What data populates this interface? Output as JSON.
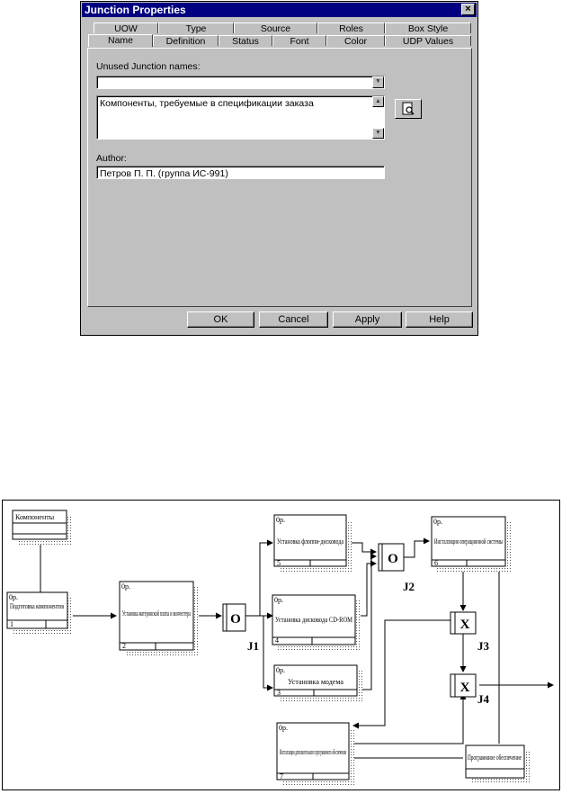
{
  "dialog": {
    "title": "Junction Properties",
    "close_glyph": "×",
    "tabs_back": [
      "UOW",
      "Type",
      "Source",
      "Roles",
      "Box Style"
    ],
    "tabs_front": [
      "Name",
      "Definition",
      "Status",
      "Font",
      "Color",
      "UDP Values"
    ],
    "active_tab": "Name",
    "unused_names_label": "Unused Junction names:",
    "unused_names_value": "",
    "name_value": "Компоненты, требуемые в спецификации заказа",
    "author_label": "Author:",
    "author_value": "Петров П. П. (группа ИС-991)",
    "buttons": {
      "ok": "OK",
      "cancel": "Cancel",
      "apply": "Apply",
      "help": "Help"
    }
  },
  "diagram": {
    "boxes": [
      {
        "id": "b-components",
        "label": "Компоненты",
        "ref": "",
        "number": ""
      },
      {
        "id": "b-prep",
        "label": "Подготовка компонентов",
        "ref": "0р.",
        "number": "1"
      },
      {
        "id": "b-motherboard",
        "label": "Установка материнской платы и винчестера",
        "ref": "0р.",
        "number": "2"
      },
      {
        "id": "b-floppy",
        "label": "Установка флоппи-дисковода",
        "ref": "0р.",
        "number": "5"
      },
      {
        "id": "b-cdrom",
        "label": "Установка дисковода CD-ROM",
        "ref": "0р.",
        "number": "4"
      },
      {
        "id": "b-modem",
        "label": "Установка модема",
        "ref": "0р.",
        "number": "3"
      },
      {
        "id": "b-os",
        "label": "Инсталляция операционной системы",
        "ref": "0р.",
        "number": "6"
      },
      {
        "id": "b-extra",
        "label": "Инсталляция дополнительного программного обеспечения",
        "ref": "0р.",
        "number": "7"
      },
      {
        "id": "b-software",
        "label": "Программное обеспечение",
        "ref": "",
        "number": ""
      }
    ],
    "junctions": [
      {
        "id": "j1",
        "type": "O",
        "label": "J1"
      },
      {
        "id": "j2",
        "type": "O",
        "label": "J2"
      },
      {
        "id": "j3",
        "type": "X",
        "label": "J3"
      },
      {
        "id": "j4",
        "type": "X",
        "label": "J4"
      }
    ]
  }
}
